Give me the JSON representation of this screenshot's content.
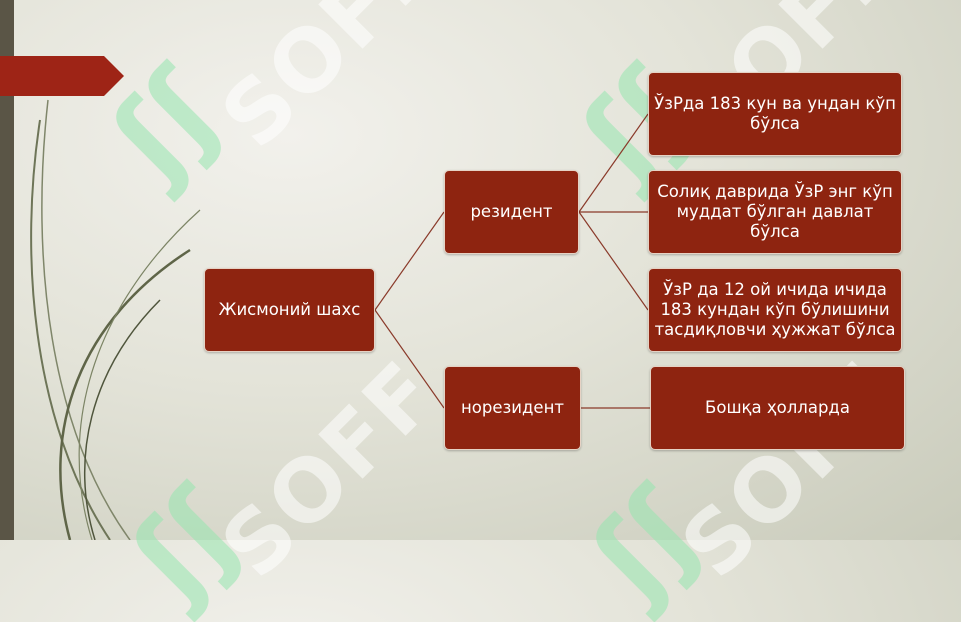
{
  "diagram": {
    "root": "Жисмоний шахс",
    "resident": "резидент",
    "nonresident": "норезидент",
    "resident_conditions": [
      "ЎзРда 183 кун ва ундан кўп бўлса",
      "Солиқ даврида ЎзР энг кўп муддат бўлган давлат бўлса",
      "ЎзР да 12 ой ичида ичида 183 кундан кўп бўлишини тасдиқловчи ҳужжат бўлса"
    ],
    "nonresident_conditions": [
      "Бошқа ҳолларда"
    ]
  },
  "watermark": {
    "text": "SOFF"
  },
  "colors": {
    "node_fill": "#8e2410",
    "node_border": "#e6d2c4",
    "connector": "#8a3a2a",
    "banner": "#9e2416",
    "left_bar": "#5a5546"
  }
}
